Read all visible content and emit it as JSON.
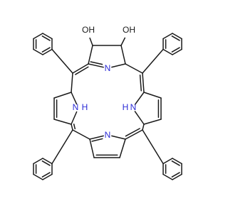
{
  "molecule": {
    "atom_labels": {
      "o1": "OH",
      "o2": "OH",
      "n_imine_top": "N",
      "n_imine_bottom": "N",
      "n_pyrrole_left": "N",
      "h_pyrrole_left": "H",
      "n_pyrrole_right": "N",
      "h_pyrrole_right": "H"
    },
    "colors": {
      "bond": "#1a1a1a",
      "nitrogen": "#2b2bd6",
      "oxygen": "#1a1a1a"
    }
  }
}
